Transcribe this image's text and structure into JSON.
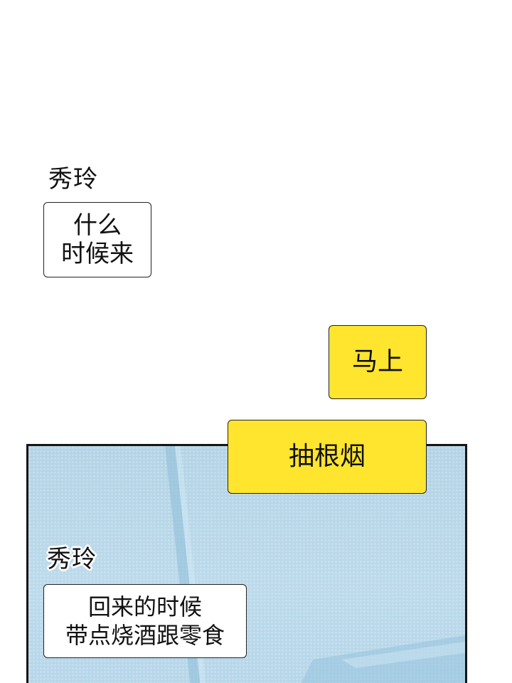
{
  "scene1": {
    "speaker": "秀玲",
    "bubble_lines": [
      "什么",
      "时候来"
    ]
  },
  "reply": {
    "bubble1": "马上",
    "bubble2": "抽根烟"
  },
  "scene2": {
    "speaker": "秀玲",
    "bubble_lines": [
      "回来的时候",
      "带点烧酒跟零食"
    ]
  },
  "colors": {
    "reply_bubble": "#ffe52e",
    "panel_background": "#b9d8ea",
    "panel_border": "#151515"
  }
}
